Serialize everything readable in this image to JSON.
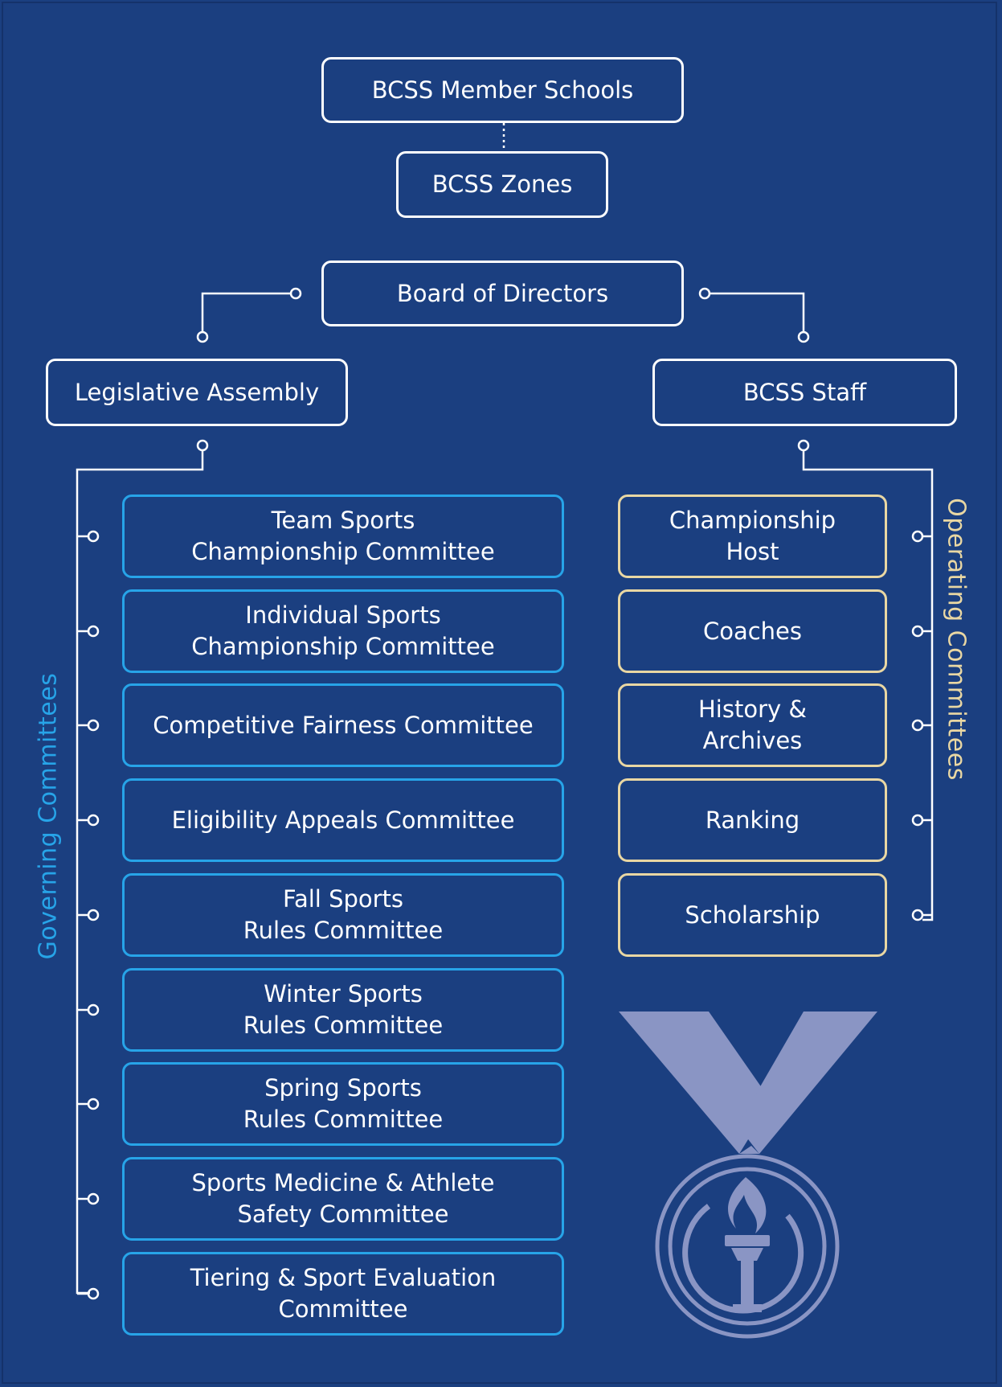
{
  "colors": {
    "background": "#1b3f80",
    "white_box": "#ffffff",
    "governing": "#27a4e8",
    "operating": "#e9d7a3",
    "medal": "#8a95c4"
  },
  "top": {
    "member_schools": "BCSS Member Schools",
    "zones": "BCSS Zones",
    "board": "Board of Directors",
    "legislative": "Legislative Assembly",
    "staff": "BCSS Staff"
  },
  "governing": {
    "label": "Governing Committees",
    "items": [
      "Team Sports\nChampionship Committee",
      "Individual Sports\nChampionship Committee",
      "Competitive Fairness  Committee",
      "Eligibility Appeals Committee",
      "Fall Sports\nRules Committee",
      "Winter Sports\nRules Committee",
      "Spring Sports\nRules Committee",
      "Sports Medicine & Athlete\nSafety Committee",
      "Tiering & Sport Evaluation Committee"
    ]
  },
  "operating": {
    "label": "Operating Committees",
    "items": [
      "Championship\nHost",
      "Coaches",
      "History &\nArchives",
      "Ranking",
      "Scholarship"
    ]
  },
  "logo": {
    "icon": "torch-medal-icon"
  }
}
